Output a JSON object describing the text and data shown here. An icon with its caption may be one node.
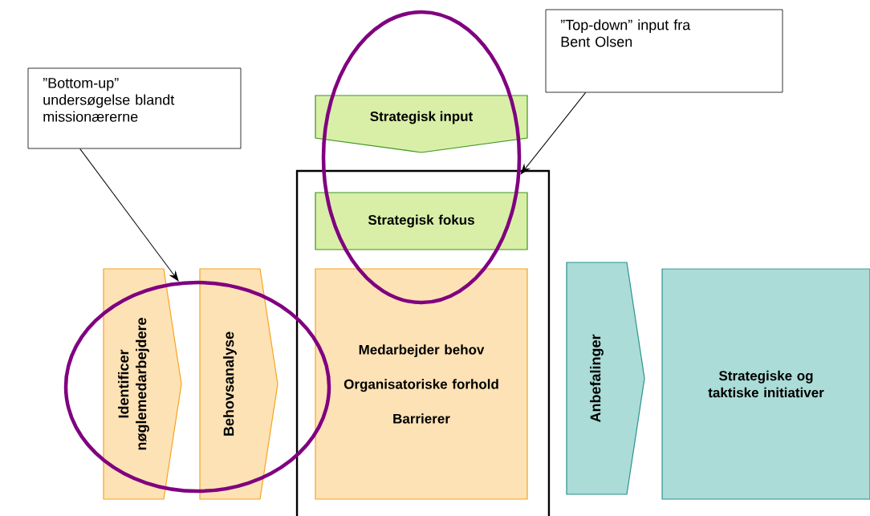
{
  "diagram": {
    "nodes": [
      {
        "text": [
          "”Bottom-up” undersøgelse blandt missionærerne"
        ]
      },
      {
        "text": [
          "”Top-down” input fra Bent Olsen"
        ]
      },
      {
        "text": [
          "Strategisk input"
        ]
      },
      {
        "text": [],
        "shape": "box"
      },
      {
        "text": [
          "Strategisk fokus"
        ],
        "in": 3
      },
      {
        "text": [
          "Medarbejder behov",
          "Organisatoriske forhold",
          "Barrierer"
        ],
        "in": 3
      },
      {
        "text": [
          "Identificer nøglemedarbejdere"
        ]
      },
      {
        "text": [
          "Behovsanalyse"
        ]
      },
      {
        "text": [
          "Anbefalinger"
        ]
      },
      {
        "text": [
          "Strategiske og taktiske initiativer"
        ]
      },
      {
        "text": [],
        "shape": "ellipse"
      },
      {
        "text": [],
        "shape": "ellipse"
      }
    ],
    "edges": [
      {
        "from": 0,
        "to": 10,
        "arrow": "to"
      },
      {
        "from": 1,
        "to": 11,
        "arrow": "to"
      }
    ]
  }
}
